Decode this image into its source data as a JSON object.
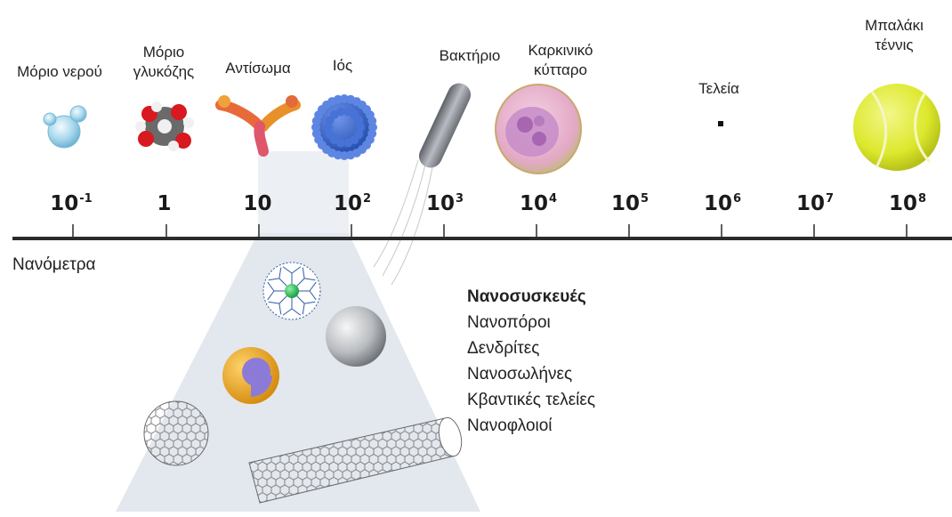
{
  "objects": [
    {
      "name": "water-molecule",
      "label": "Μόριο νερού"
    },
    {
      "name": "glucose-molecule",
      "label": "Μόριο γλυκόζης"
    },
    {
      "name": "antibody",
      "label": "Αντίσωμα"
    },
    {
      "name": "virus",
      "label": "Ιός"
    },
    {
      "name": "bacterium",
      "label": "Βακτήριο"
    },
    {
      "name": "cancer-cell",
      "label": "Καρκινικό κύτταρο"
    },
    {
      "name": "dot",
      "label": "Τελεία"
    },
    {
      "name": "tennis-ball",
      "label": "Μπαλάκι τέννις"
    }
  ],
  "scale": {
    "axis_label": "Νανόμετρα",
    "ticks": [
      {
        "base": "10",
        "exp": "-1"
      },
      {
        "base": "1",
        "exp": ""
      },
      {
        "base": "10",
        "exp": ""
      },
      {
        "base": "10",
        "exp": "2"
      },
      {
        "base": "10",
        "exp": "3"
      },
      {
        "base": "10",
        "exp": "4"
      },
      {
        "base": "10",
        "exp": "5"
      },
      {
        "base": "10",
        "exp": "6"
      },
      {
        "base": "10",
        "exp": "7"
      },
      {
        "base": "10",
        "exp": "8"
      }
    ]
  },
  "nanodevices": {
    "heading": "Νανοσυσκευές",
    "items": [
      "Νανοπόροι",
      "Δενδρίτες",
      "Νανοσωλήνες",
      "Κβαντικές τελείες",
      "Νανοφλοιοί"
    ]
  },
  "colors": {
    "axis": "#2b2b2b",
    "fan": "#dfe3ea",
    "water": "#a9d8ec",
    "virus": "#3a66c9",
    "antibody": "#e0566a",
    "bacterium": "#8a8d93",
    "cancer_cell": "#e6b4cf",
    "tennis_ball": "#dce82c",
    "nanoshell": "#e8a21d",
    "quantum_dot": "#8c7bd6"
  }
}
